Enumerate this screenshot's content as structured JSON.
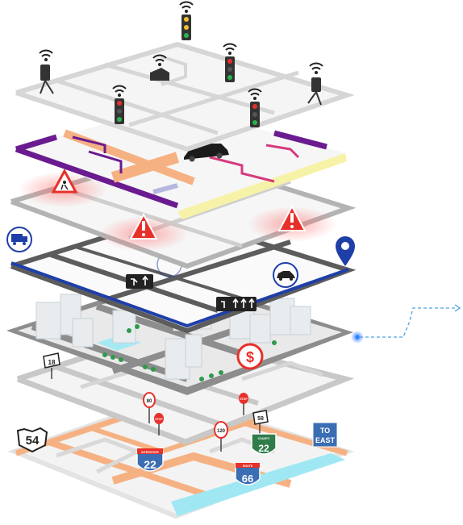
{
  "signs": {
    "highway_shield": "54",
    "interstate_22": "22",
    "county_22": "22",
    "route_66": "66",
    "to_line1": "TO",
    "to_line2": "EAST",
    "speed_80": "80",
    "speed_120": "120",
    "speed_58": "58",
    "speed_18": "18",
    "stop_1": "STOP",
    "stop_2": "STOP",
    "interstate_caption": "INTERSTATE",
    "county_caption": "COUNTY",
    "route_caption": "ROUTE"
  },
  "icons": [
    "wifi-icon",
    "traffic-light-icon",
    "camera-icon",
    "car-icon",
    "truck-icon",
    "warning-icon",
    "road-work-icon",
    "map-pin-icon",
    "dollar-icon",
    "turn-arrow-icon"
  ],
  "colors": {
    "road_gray": "#9a9a9a",
    "purple_route": "#6a1b8f",
    "blue_route": "#1f3fa8",
    "orange_route": "#f6b183",
    "yellow_zone": "#f6f3a8",
    "cyan_zone": "#9fe8f3",
    "alert_red": "#e8302a",
    "sign_green": "#2f7d4a",
    "sign_blue": "#3b6db3"
  }
}
